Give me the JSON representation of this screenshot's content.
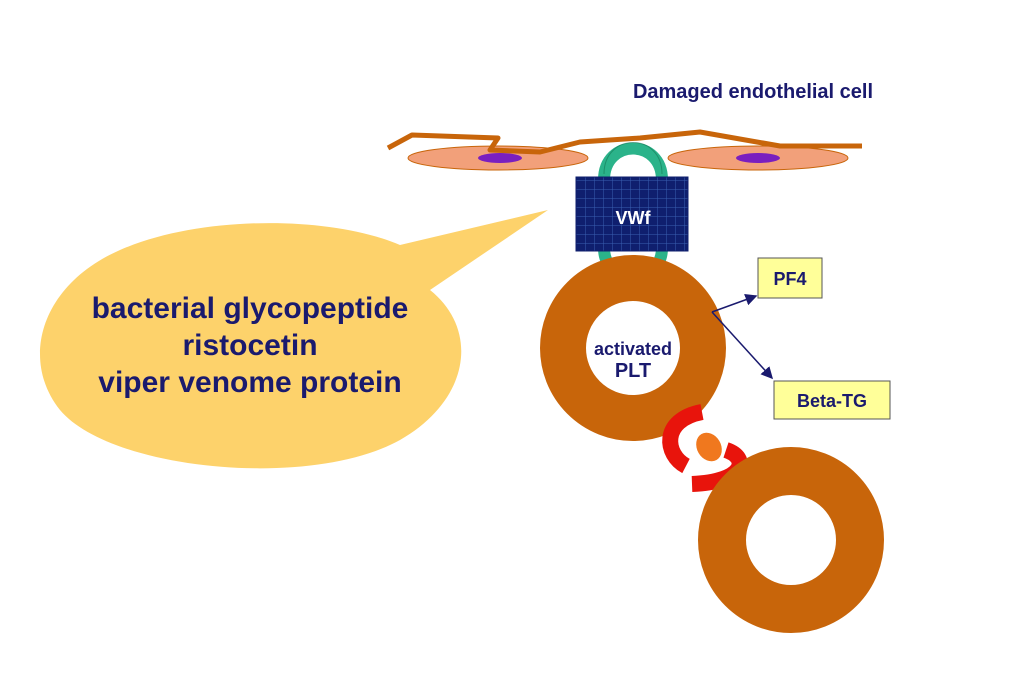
{
  "title": "Damaged endothelial cell",
  "vwf_label": "VWf",
  "platelet_label": {
    "line1": "activated",
    "line2": "PLT"
  },
  "release_products": [
    "PF4",
    "Beta-TG"
  ],
  "speech_bubble": {
    "lines": [
      "bacterial glycopeptide",
      "ristocetin",
      "viper venome protein"
    ]
  },
  "colors": {
    "title_text": "#1a1a6e",
    "bubble_fill": "#fdd26b",
    "platelet_ring": "#c8650a",
    "endothelial_cell": "#f2a07a",
    "nucleus": "#7a1fbf",
    "fiber": "#c8650a",
    "vwf_block": "#0f1f6e",
    "receptor_loop": "#2bb38a",
    "box_fill": "#ffff99",
    "arc_red": "#e8140c",
    "orange_dot": "#f0781e"
  }
}
